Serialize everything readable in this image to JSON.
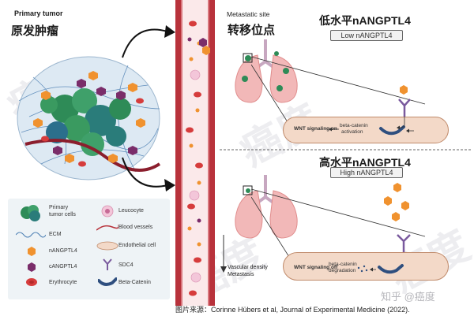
{
  "left_panel": {
    "title_en": "Primary tumor",
    "title_cn": "原发肿瘤"
  },
  "metastatic_site": {
    "title_en": "Metastatic site",
    "title_cn": "转移位点"
  },
  "low_panel": {
    "title_cn": "低水平nANGPTL4",
    "badge": "Low nANGPTL4",
    "signal_text": "WNT signaling on",
    "beta_text_1": "beta-catenin",
    "beta_text_2": "activation"
  },
  "high_panel": {
    "title_cn": "高水平nANGPTL4",
    "badge": "High nANGPTL4",
    "signal_text": "WNT signaling off",
    "beta_text_1": "beta-catenin",
    "beta_text_2": "degradation",
    "vascular_1": "Vascular density",
    "vascular_2": "Metastasis"
  },
  "legend": {
    "primary_tumor_cells_1": "Primary",
    "primary_tumor_cells_2": "tumor cells",
    "ecm": "ECM",
    "nangptl4": "nANGPTL4",
    "cangptl4": "cANGPTL4",
    "erythrocyte": "Erythrocyte",
    "leucocyte": "Leucocyte",
    "blood_vessels": "Blood vessels",
    "endothelial_cell": "Endothelial cell",
    "sdc4": "SDC4",
    "beta_catenin": "Beta-Catenin"
  },
  "source": "图片来源：Corinne Hübers et al, Journal of Experimental Medicine (2022).",
  "watermarks": [
    "癌度",
    "癌度",
    "癌度",
    "癌度",
    "知乎 @癌度"
  ],
  "colors": {
    "vessel": "#b8323b",
    "vessel_inner": "#fbe9ea",
    "nangptl4": "#f0922f",
    "cangptl4": "#7a2d6a",
    "erythrocyte": "#d63c3c",
    "tumor": "#2e8b57",
    "lung": "#f2b8b8",
    "cell": "#f3d9c8"
  }
}
